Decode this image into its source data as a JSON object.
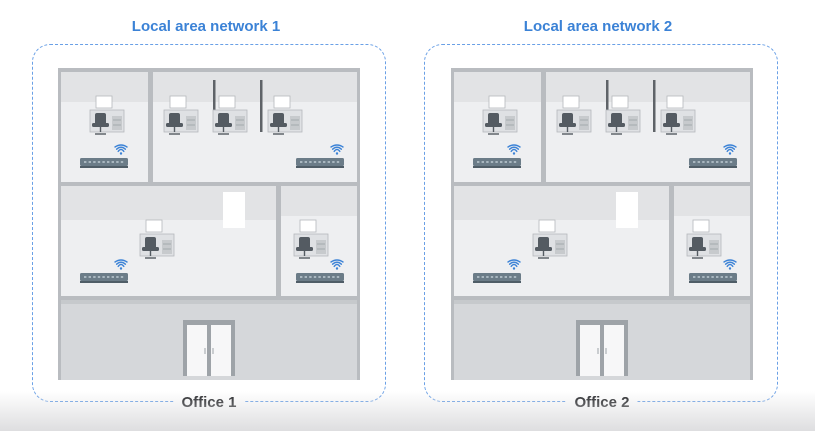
{
  "networks": [
    {
      "lan_label": "Local area network 1",
      "office_label": "Office 1"
    },
    {
      "lan_label": "Local area network 2",
      "office_label": "Office 2"
    }
  ],
  "colors": {
    "lan_accent": "#3b82d6",
    "lan_border": "#6aa0e6",
    "wall": "#b9bcc0",
    "room_wall": "#e2e3e5",
    "floor": "#eeeff1",
    "router": "#6b7c88",
    "wifi": "#3b82d6",
    "chair": "#545b62"
  },
  "icons": [
    "desk-workstation-icon",
    "router-icon",
    "wifi-icon",
    "door-icon"
  ]
}
